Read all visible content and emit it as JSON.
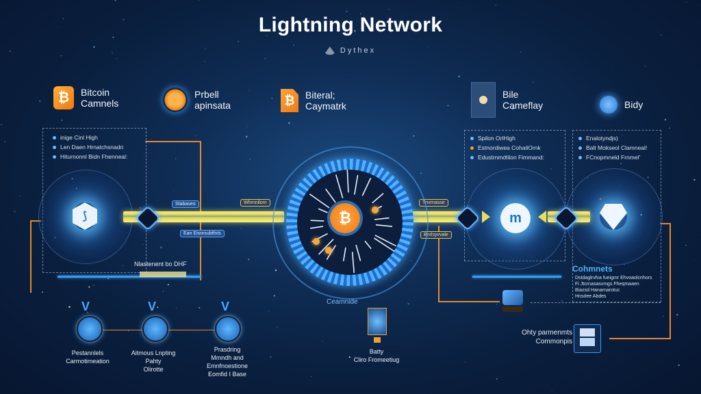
{
  "header": {
    "title": "Lightning Network",
    "subtitle": "Dythex",
    "subtitle_icon": "logo-icon"
  },
  "top_labels": [
    {
      "icon": "bitcoin-tile-icon",
      "line1": "Bitcoin",
      "line2": "Camnels"
    },
    {
      "icon": "sun-burst-icon",
      "line1": "Prbell",
      "line2": "apinsata"
    },
    {
      "icon": "bitcoin-document-icon",
      "line1": "Biteral;",
      "line2": "Caymatrk"
    },
    {
      "icon": "payment-card-icon",
      "line1": "Bile",
      "line2": "Cameflay"
    },
    {
      "icon": "globe-icon",
      "line1": "Bidy",
      "line2": ""
    }
  ],
  "left_box": {
    "bullets": [
      {
        "text": "inige Cinl High",
        "color": "blue"
      },
      {
        "text": "Len Daen Hrnatchsnadri",
        "color": "blue"
      },
      {
        "text": "Hiturnonnl Bidn Fhenneal:",
        "color": "blue"
      }
    ]
  },
  "right_box_a": {
    "bullets": [
      {
        "text": "Spilon OrlHigh",
        "color": "blue"
      },
      {
        "text": "Estnordiwea CohaliOrnk",
        "color": "orange"
      },
      {
        "text": "Edustrnmotilon Fimmand:",
        "color": "blue"
      }
    ]
  },
  "right_box_b": {
    "bullets": [
      {
        "text": "Enalotyndjs)",
        "color": "blue"
      },
      {
        "text": "Balt Mokseol Clamneal!",
        "color": "blue"
      },
      {
        "text": "FCnopmneld Frnmel'",
        "color": "blue"
      }
    ]
  },
  "channel_tags": {
    "left_top": "Stabaseo",
    "left_bottom": "Ean Eisorsubtfnts",
    "center_left": "Whrnnilonr",
    "center_right_top": "Tnvrnasse",
    "center_right_bottom": "Bnrlsyvvale"
  },
  "left_caption": "Nlastenent bo DHF",
  "comments": {
    "title": "Cohmnets",
    "items": [
      "Dstdaglrvfva fueigmr Ehvoaolcnhors",
      "Fi Jtcrnasasvmgs Fheqmaaen",
      "Biazsd Hanarnarotuc",
      "Hnsoee Abdes"
    ]
  },
  "center_label": "Ceamnide",
  "center_card_caption": [
    "Batty",
    "Cliro Fromeetiug"
  ],
  "steps": [
    {
      "caption": [
        "Pestannlels",
        "Carmotimeation"
      ]
    },
    {
      "caption": [
        "Aitmous Lnpting",
        "Pahty",
        "Olirotte"
      ]
    },
    {
      "caption": [
        "Prasdring",
        "Mmndh and",
        "Emnfnoestione",
        "Eomfid I Base"
      ]
    }
  ],
  "right_bottom_caption": [
    "Ohty parmenmts",
    "Commonpis"
  ]
}
